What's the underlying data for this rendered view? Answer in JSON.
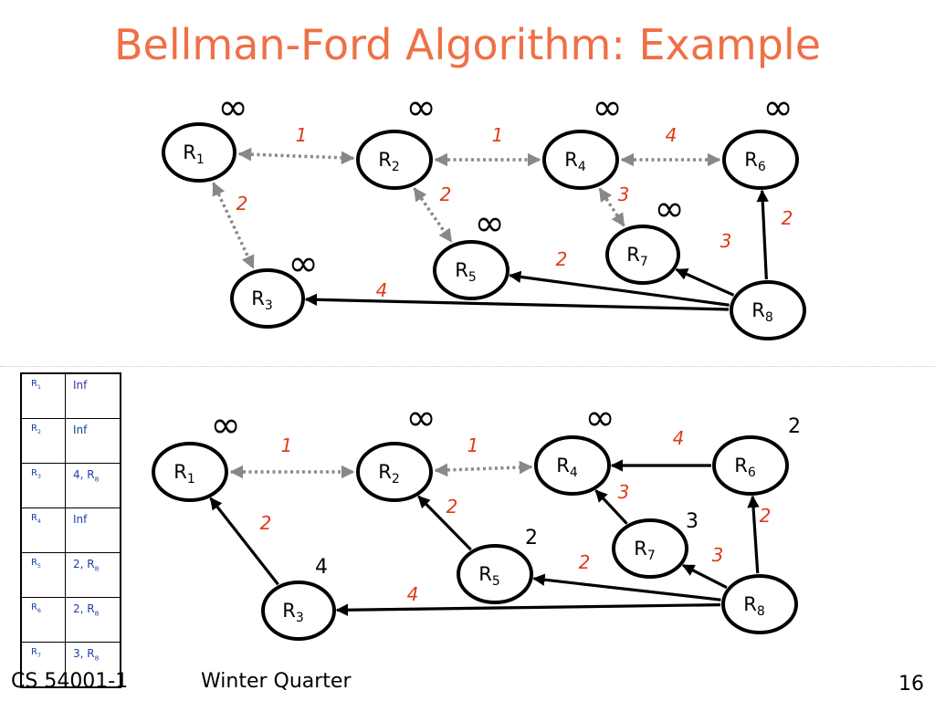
{
  "title": "Bellman-Ford Algorithm: Example",
  "infinity": "∞",
  "colors": {
    "title": "#ef7046",
    "weight": "#e03a14",
    "dashed": "#888888",
    "table_text": "#1f3ca6"
  },
  "footer": {
    "course": "CS 54001-1",
    "term": "Winter Quarter",
    "page": "16"
  },
  "routing_table": [
    {
      "dest": "R",
      "dest_sub": "1",
      "value": "Inf",
      "next_hop_sub": ""
    },
    {
      "dest": "R",
      "dest_sub": "2",
      "value": "Inf",
      "next_hop_sub": ""
    },
    {
      "dest": "R",
      "dest_sub": "3",
      "value": "4, R",
      "next_hop_sub": "8"
    },
    {
      "dest": "R",
      "dest_sub": "4",
      "value": "Inf",
      "next_hop_sub": ""
    },
    {
      "dest": "R",
      "dest_sub": "5",
      "value": "2, R",
      "next_hop_sub": "8"
    },
    {
      "dest": "R",
      "dest_sub": "6",
      "value": "2, R",
      "next_hop_sub": "8"
    },
    {
      "dest": "R",
      "dest_sub": "7",
      "value": "3, R",
      "next_hop_sub": "8"
    }
  ],
  "diagrams": [
    {
      "id": "top",
      "nodes": [
        {
          "name": "R1",
          "label": "R",
          "sub": "1",
          "dist": "∞"
        },
        {
          "name": "R2",
          "label": "R",
          "sub": "2",
          "dist": "∞"
        },
        {
          "name": "R4",
          "label": "R",
          "sub": "4",
          "dist": "∞"
        },
        {
          "name": "R6",
          "label": "R",
          "sub": "6",
          "dist": "∞"
        },
        {
          "name": "R3",
          "label": "R",
          "sub": "3",
          "dist": "∞"
        },
        {
          "name": "R5",
          "label": "R",
          "sub": "5",
          "dist": "∞"
        },
        {
          "name": "R7",
          "label": "R",
          "sub": "7",
          "dist": "∞"
        },
        {
          "name": "R8",
          "label": "R",
          "sub": "8",
          "dist": ""
        }
      ],
      "edges": [
        {
          "from": "R1",
          "to": "R2",
          "weight": "1",
          "style": "dashed-bidirectional"
        },
        {
          "from": "R2",
          "to": "R4",
          "weight": "1",
          "style": "dashed-bidirectional"
        },
        {
          "from": "R4",
          "to": "R6",
          "weight": "4",
          "style": "dashed-bidirectional"
        },
        {
          "from": "R1",
          "to": "R3",
          "weight": "2",
          "style": "dashed-bidirectional"
        },
        {
          "from": "R2",
          "to": "R5",
          "weight": "2",
          "style": "dashed-bidirectional"
        },
        {
          "from": "R4",
          "to": "R7",
          "weight": "3",
          "style": "dashed-bidirectional"
        },
        {
          "from": "R8",
          "to": "R6",
          "weight": "2",
          "style": "solid-arrow"
        },
        {
          "from": "R8",
          "to": "R7",
          "weight": "3",
          "style": "solid-arrow"
        },
        {
          "from": "R8",
          "to": "R5",
          "weight": "2",
          "style": "solid-arrow"
        },
        {
          "from": "R8",
          "to": "R3",
          "weight": "4",
          "style": "solid-arrow"
        }
      ]
    },
    {
      "id": "bottom",
      "nodes": [
        {
          "name": "R1",
          "label": "R",
          "sub": "1",
          "dist": "∞"
        },
        {
          "name": "R2",
          "label": "R",
          "sub": "2",
          "dist": "∞"
        },
        {
          "name": "R4",
          "label": "R",
          "sub": "4",
          "dist": "∞"
        },
        {
          "name": "R6",
          "label": "R",
          "sub": "6",
          "dist": "2"
        },
        {
          "name": "R3",
          "label": "R",
          "sub": "3",
          "dist": "4"
        },
        {
          "name": "R5",
          "label": "R",
          "sub": "5",
          "dist": "2"
        },
        {
          "name": "R7",
          "label": "R",
          "sub": "7",
          "dist": "3"
        },
        {
          "name": "R8",
          "label": "R",
          "sub": "8",
          "dist": ""
        }
      ],
      "edges": [
        {
          "from": "R1",
          "to": "R2",
          "weight": "1",
          "style": "dashed-bidirectional"
        },
        {
          "from": "R2",
          "to": "R4",
          "weight": "1",
          "style": "dashed-bidirectional"
        },
        {
          "from": "R6",
          "to": "R4",
          "weight": "4",
          "style": "solid-arrow"
        },
        {
          "from": "R3",
          "to": "R1",
          "weight": "2",
          "style": "solid-arrow"
        },
        {
          "from": "R5",
          "to": "R2",
          "weight": "2",
          "style": "solid-arrow"
        },
        {
          "from": "R7",
          "to": "R4",
          "weight": "3",
          "style": "solid-arrow"
        },
        {
          "from": "R8",
          "to": "R6",
          "weight": "2",
          "style": "solid-arrow"
        },
        {
          "from": "R8",
          "to": "R7",
          "weight": "3",
          "style": "solid-arrow"
        },
        {
          "from": "R8",
          "to": "R5",
          "weight": "2",
          "style": "solid-arrow"
        },
        {
          "from": "R8",
          "to": "R3",
          "weight": "4",
          "style": "solid-arrow"
        }
      ]
    }
  ]
}
